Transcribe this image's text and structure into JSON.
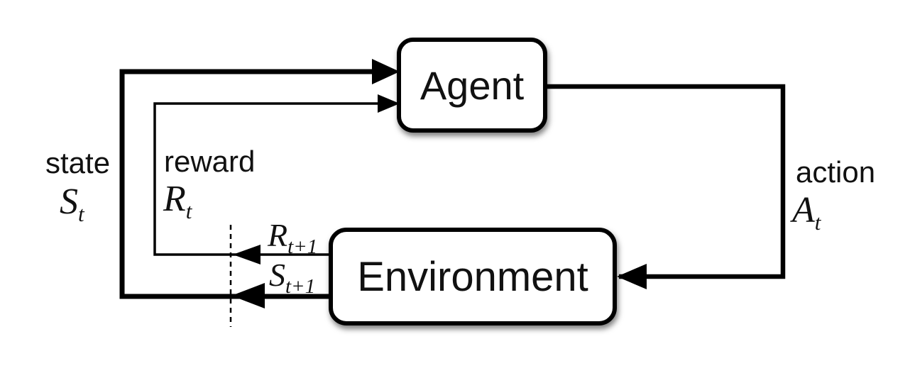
{
  "colors": {
    "ink": "#000000",
    "background": "#ffffff",
    "box_fill": "#ffffff"
  },
  "nodes": {
    "agent": {
      "label": "Agent"
    },
    "environment": {
      "label": "Environment"
    }
  },
  "signals": {
    "state": {
      "name": "state",
      "symbol_base": "S",
      "symbol_sub": "t"
    },
    "reward": {
      "name": "reward",
      "symbol_base": "R",
      "symbol_sub": "t"
    },
    "action": {
      "name": "action",
      "symbol_base": "A",
      "symbol_sub": "t"
    },
    "next_reward": {
      "symbol_base": "R",
      "symbol_sub": "t+1"
    },
    "next_state": {
      "symbol_base": "S",
      "symbol_sub": "t+1"
    }
  }
}
